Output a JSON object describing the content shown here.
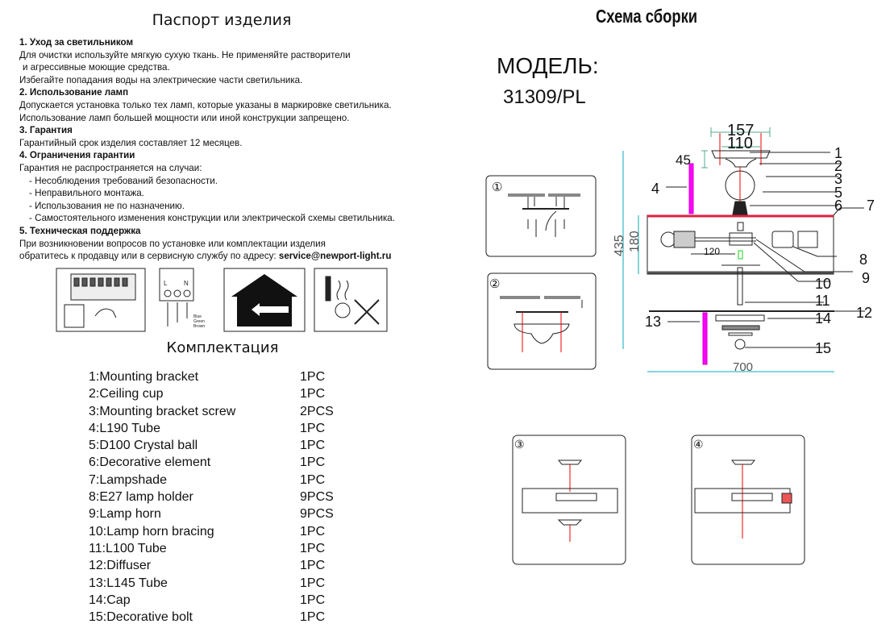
{
  "left": {
    "title": "Паспорт изделия",
    "sections": [
      {
        "heading": "1. Уход за светильником",
        "lines": [
          "Для очистки используйте мягкую сухую ткань. Не применяйте растворители",
          "и агрессивные моющие средства.",
          "Избегайте попадания воды на электрические части светильника."
        ]
      },
      {
        "heading": "2. Использование ламп",
        "lines": [
          "Допускается установка только тех ламп, которые указаны в маркировке светильника.",
          "Использование ламп большей мощности или иной конструкции запрещено."
        ]
      },
      {
        "heading": "3. Гарантия",
        "lines": [
          "Гарантийный срок изделия составляет 12 месяцев."
        ]
      },
      {
        "heading": "4. Ограничения гарантии",
        "lines": [
          "Гарантия не распространяется на случаи:",
          "- Несоблюдения требований безопасности.",
          "- Неправильного монтажа.",
          "- Использования не по назначению.",
          "- Самостоятельного изменения конструкции или электрической схемы светильника."
        ]
      },
      {
        "heading": "5. Техническая поддержка",
        "lines": [
          "При возникновении вопросов по установке или комплектации изделия",
          "обратитесь к продавцу или в сервисную службу по адресу:"
        ],
        "email": "service@newport-light.ru"
      }
    ],
    "pictogram_labels": {
      "l": "L",
      "n": "N",
      "blue": "Blue",
      "green": "Green",
      "brown": "Brown"
    },
    "kit_title": "Комплектация",
    "kit": [
      {
        "name": "1:Mounting bracket",
        "qty": "1PC"
      },
      {
        "name": "2:Ceiling cup",
        "qty": "1PC"
      },
      {
        "name": "3:Mounting bracket screw",
        "qty": "2PCS"
      },
      {
        "name": "4:L190 Tube",
        "qty": "1PC"
      },
      {
        "name": "5:D100 Crystal ball",
        "qty": "1PC"
      },
      {
        "name": "6:Decorative element",
        "qty": "1PC"
      },
      {
        "name": "7:Lampshade",
        "qty": "1PC"
      },
      {
        "name": "8:E27 lamp holder",
        "qty": "9PCS"
      },
      {
        "name": "9:Lamp horn",
        "qty": "9PCS"
      },
      {
        "name": "10:Lamp horn bracing",
        "qty": "1PC"
      },
      {
        "name": "11:L100 Tube",
        "qty": "1PC"
      },
      {
        "name": "12:Diffuser",
        "qty": "1PC"
      },
      {
        "name": "13:L145 Tube",
        "qty": "1PC"
      },
      {
        "name": "14:Cap",
        "qty": "1PC"
      },
      {
        "name": "15:Decorative bolt",
        "qty": "1PC"
      }
    ]
  },
  "right": {
    "title": "Схема сборки",
    "model_label": "МОДЕЛЬ:",
    "model": "31309/PL",
    "dims": {
      "d157": "157",
      "d110": "110",
      "d45": "45",
      "d435": "435",
      "d180": "180",
      "d120": "120",
      "d700": "700"
    },
    "parts": {
      "p1": "1",
      "p2": "2",
      "p3": "3",
      "p4": "4",
      "p5": "5",
      "p6": "6",
      "p7": "7",
      "p8": "8",
      "p9": "9",
      "p10": "10",
      "p11": "11",
      "p12": "12",
      "p13": "13",
      "p14": "14",
      "p15": "15"
    },
    "steps": [
      "①",
      "②",
      "③",
      "④"
    ]
  }
}
